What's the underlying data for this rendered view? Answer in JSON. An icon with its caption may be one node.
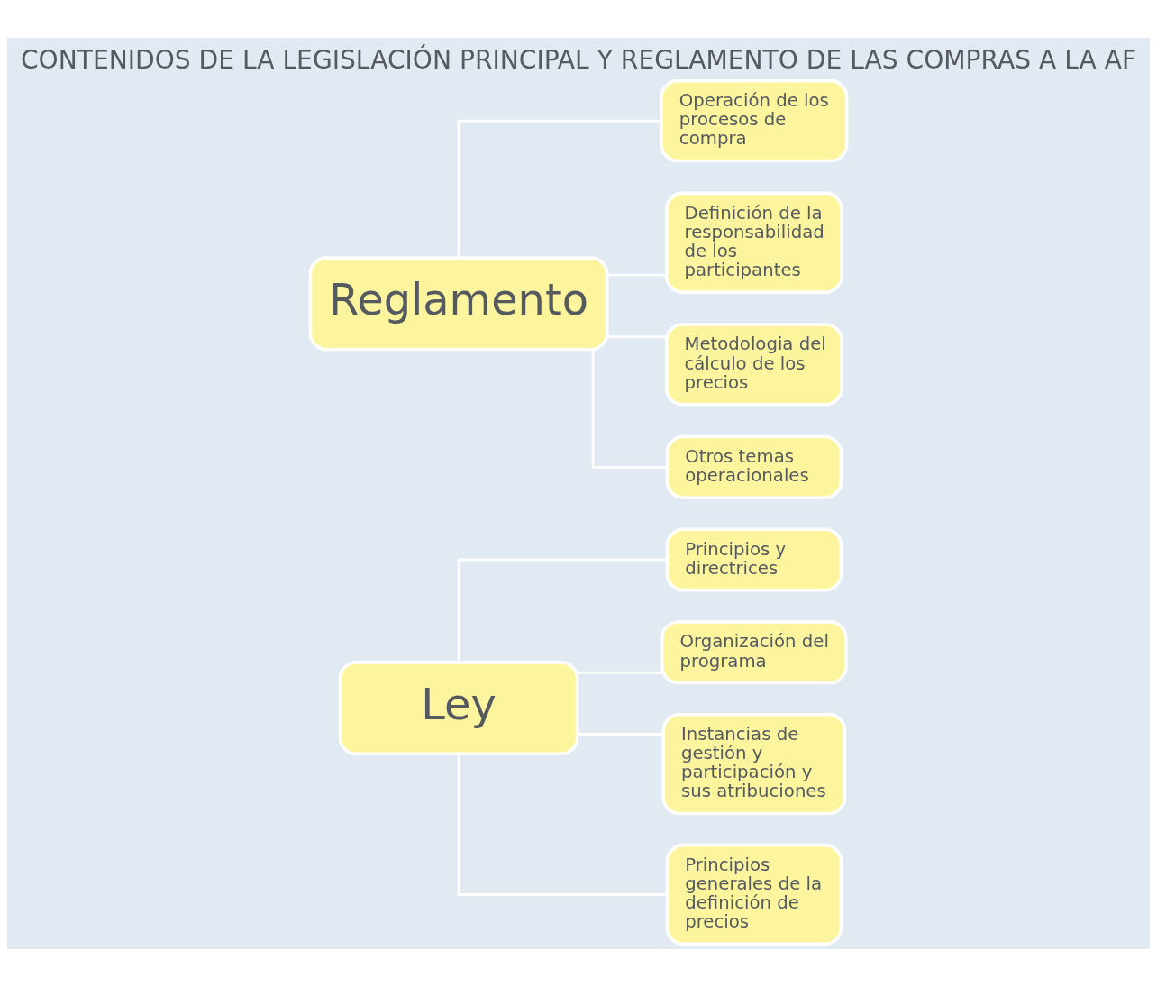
{
  "diagram": {
    "title": "CONTENIDOS DE LA LEGISLACIÓN PRINCIPAL Y REGLAMENTO DE LAS COMPRAS A LA AF",
    "nodes": [
      {
        "text": [
          "Ley"
        ]
      },
      {
        "text": [
          "Principios y directrices"
        ]
      },
      {
        "text": [
          "Organización del programa"
        ]
      },
      {
        "text": [
          "Instancias de gestión y participación y sus atribuciones"
        ]
      },
      {
        "text": [
          "Principios generales de la definición de precios"
        ]
      },
      {
        "text": [
          "Reglamento"
        ]
      },
      {
        "text": [
          "Operación de los procesos de compra"
        ]
      },
      {
        "text": [
          "Definición de la responsabilidad de los participantes"
        ]
      },
      {
        "text": [
          "Metodologia del cálculo de los precios"
        ]
      },
      {
        "text": [
          "Otros temas operacionales"
        ]
      }
    ],
    "edges": [
      {
        "from": 0,
        "to": 1,
        "arrow": "none"
      },
      {
        "from": 0,
        "to": 2,
        "arrow": "none"
      },
      {
        "from": 0,
        "to": 3,
        "arrow": "none"
      },
      {
        "from": 0,
        "to": 4,
        "arrow": "none"
      },
      {
        "from": 5,
        "to": 6,
        "arrow": "none"
      },
      {
        "from": 5,
        "to": 7,
        "arrow": "none"
      },
      {
        "from": 5,
        "to": 8,
        "arrow": "none"
      },
      {
        "from": 5,
        "to": 9,
        "arrow": "none"
      }
    ]
  }
}
